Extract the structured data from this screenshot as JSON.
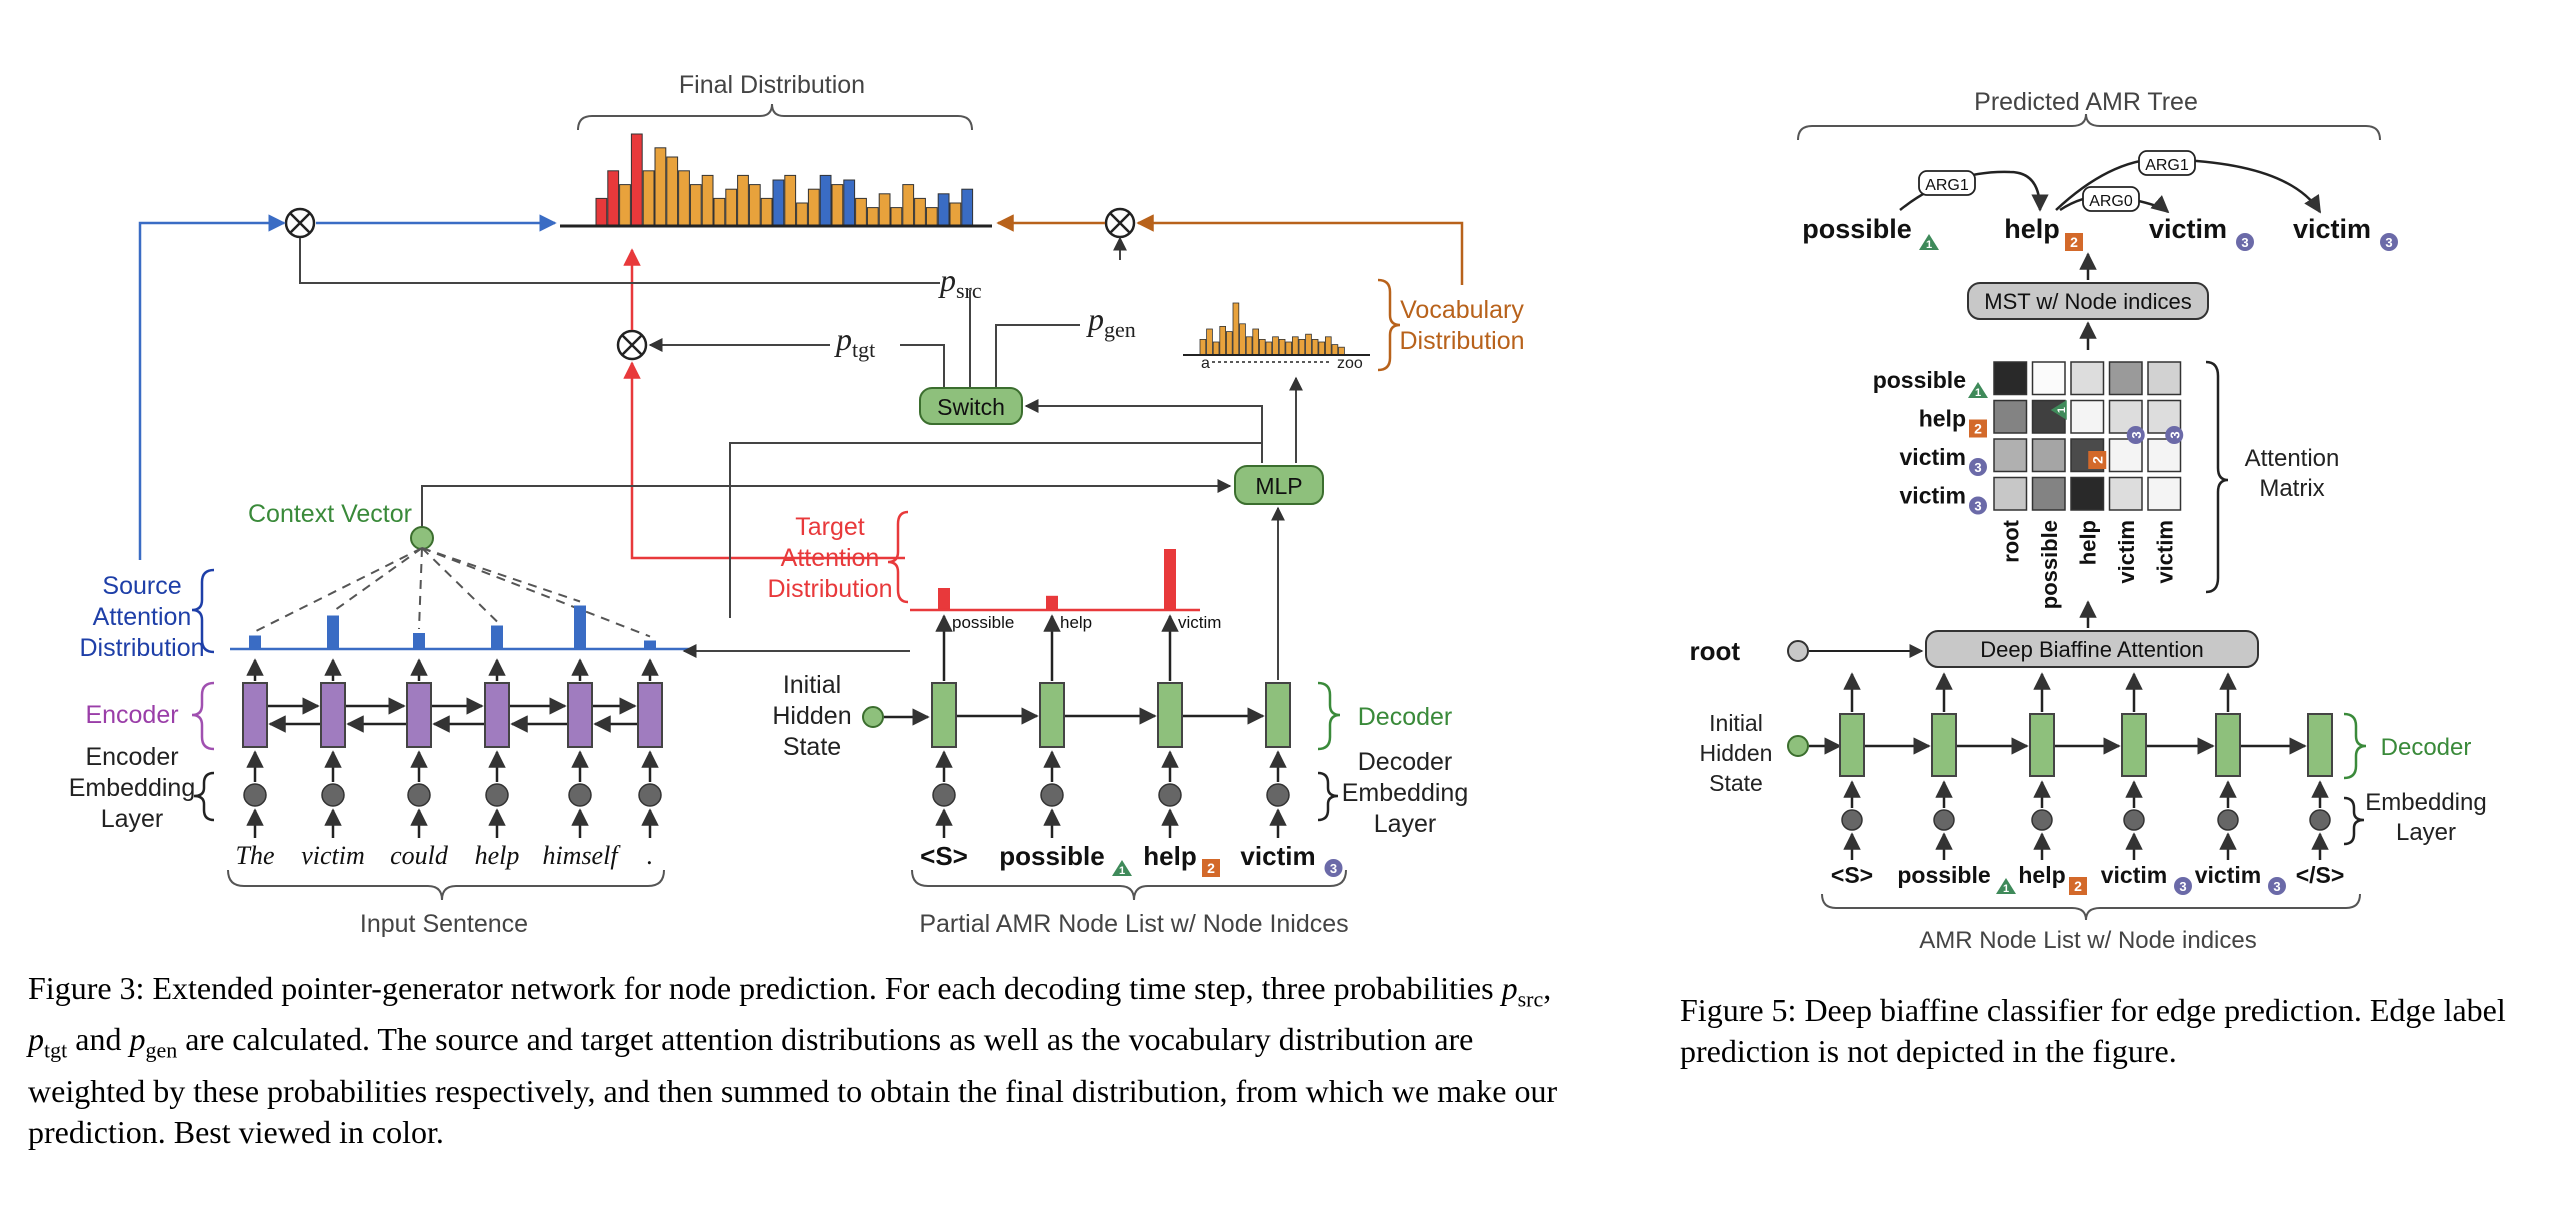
{
  "figure3": {
    "final_distribution": "Final Distribution",
    "p_src": "p",
    "p_src_sub": "src",
    "p_tgt": "p",
    "p_tgt_sub": "tgt",
    "p_gen": "p",
    "p_gen_sub": "gen",
    "vocab_label_1": "Vocabulary",
    "vocab_label_2": "Distribution",
    "vocab_axis_start": "a",
    "vocab_axis_end": "zoo",
    "switch": "Switch",
    "mlp": "MLP",
    "context_vector": "Context Vector",
    "source_attention": [
      "Source",
      "Attention",
      "Distribution"
    ],
    "target_attention": [
      "Target",
      "Attention",
      "Distribution"
    ],
    "target_bar_labels": [
      "possible",
      "help",
      "victim"
    ],
    "encoder": "Encoder",
    "encoder_embedding": [
      "Encoder",
      "Embedding",
      "Layer"
    ],
    "input_tokens": [
      "The",
      "victim",
      "could",
      "help",
      "himself",
      "."
    ],
    "input_sentence": "Input Sentence",
    "initial_hidden_state": [
      "Initial",
      "Hidden",
      "State"
    ],
    "decoder": "Decoder",
    "decoder_embedding": [
      "Decoder",
      "Embedding",
      "Layer"
    ],
    "decoder_tokens": [
      {
        "word": "<S>",
        "index": ""
      },
      {
        "word": "possible",
        "index": "1"
      },
      {
        "word": "help",
        "index": "2"
      },
      {
        "word": "victim",
        "index": "3"
      }
    ],
    "partial_node_list": "Partial AMR Node List w/ Node Inidces"
  },
  "figure5": {
    "predicted_tree": "Predicted AMR Tree",
    "tree_nodes": [
      {
        "word": "possible",
        "index": "1"
      },
      {
        "word": "help",
        "index": "2"
      },
      {
        "word": "victim",
        "index": "3"
      },
      {
        "word": "victim",
        "index": "3"
      }
    ],
    "edge_labels": [
      "ARG1",
      "ARG0",
      "ARG1"
    ],
    "mst": "MST w/ Node indices",
    "matrix_rows": [
      {
        "word": "possible",
        "index": "1"
      },
      {
        "word": "help",
        "index": "2"
      },
      {
        "word": "victim",
        "index": "3"
      },
      {
        "word": "victim",
        "index": "3"
      }
    ],
    "matrix_cols": [
      {
        "word": "root",
        "index": ""
      },
      {
        "word": "possible",
        "index": "1"
      },
      {
        "word": "help",
        "index": "2"
      },
      {
        "word": "victim",
        "index": "3"
      },
      {
        "word": "victim",
        "index": "3"
      }
    ],
    "matrix_values": [
      [
        0.95,
        0.02,
        0.15,
        0.45,
        0.2
      ],
      [
        0.55,
        0.85,
        0.05,
        0.15,
        0.15
      ],
      [
        0.35,
        0.4,
        0.8,
        0.05,
        0.05
      ],
      [
        0.25,
        0.55,
        0.95,
        0.15,
        0.05
      ]
    ],
    "attention_matrix": [
      "Attention",
      "Matrix"
    ],
    "root": "root",
    "biaffine": "Deep Biaffine Attention",
    "initial_hidden_state": [
      "Initial",
      "Hidden",
      "State"
    ],
    "decoder": "Decoder",
    "embedding_layer": [
      "Embedding",
      "Layer"
    ],
    "tokens": [
      {
        "word": "<S>",
        "index": ""
      },
      {
        "word": "possible",
        "index": "1"
      },
      {
        "word": "help",
        "index": "2"
      },
      {
        "word": "victim",
        "index": "3"
      },
      {
        "word": "victim",
        "index": "3"
      },
      {
        "word": "</S>",
        "index": ""
      }
    ],
    "node_list": "AMR Node List w/ Node indices"
  },
  "captions": {
    "fig3_a": "Figure 3: Extended pointer-generator network for node prediction. For each decoding time step, three probabilities",
    "fig3_b": ", ",
    "fig3_c": " and ",
    "fig3_d": " are calculated. The source and target attention distributions as well as the vocabulary distribution are weighted by these probabilities respectively, and then summed to obtain the final distribution, from which we make our prediction. Best viewed in color.",
    "fig5": "Figure 5:  Deep biaffine classifier for edge prediction. Edge label prediction is not depicted in the figure."
  },
  "colors": {
    "blue": "#3a6cc4",
    "red": "#e8393b",
    "orange": "#e8a23c",
    "brown": "#b8621b",
    "green": "#3a8a3a",
    "purple": "#a07cbf",
    "green_cell": "#8ec07c",
    "gray_box": "#c8c8c8",
    "badge_green": "#3f8a5a",
    "badge_orange": "#d3692a",
    "badge_purple": "#6b6aa8"
  }
}
